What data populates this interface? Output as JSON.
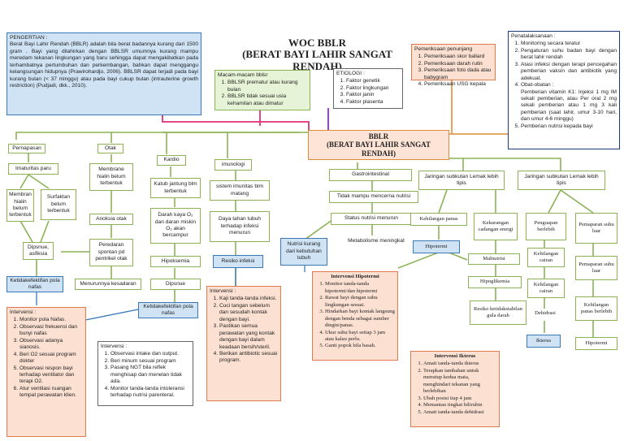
{
  "title": {
    "line1": "WOC BBLR",
    "line2": "(BERAT BAYI LAHIR SANGAT RENDAH)"
  },
  "center": {
    "line1": "BBLR",
    "line2": "(BERAT BAYI LAHIR SANGAT",
    "line3": "RENDAH)"
  },
  "pengertian": {
    "heading": "PENGERTIAN :",
    "body": "Berat Bayi Lahir Rendah (BBLR) adalah bila berat badannya kurang dari 1500 gram . Bayi yang dilahirkan dengan BBLSR umumnya kurang mampu meredam tekanan lingkungan yang baru sehingga dapat mengakibatkan pada terhambatnya pertumbuhan dan perkembangan, bahkan dapat menggangu kelangsungan hidupnya (Prawirohardjo, 2006). BBLSR dapat terjadi pada bayi kurang bulan (< 37 minggu) atau pada bayi cukup bulan (intrauterine growth restriction) (Pudjadi, dkk., 2010)."
  },
  "macam": {
    "heading": "Macam-macam bblsr",
    "items": [
      "BBLSR prematur atau kurang bulan",
      "BBLSR tidak sesuai usia kehamilan atau dimatur"
    ]
  },
  "etiologi": {
    "heading": "ETIOLOGI :",
    "items": [
      "Faktor genetik",
      "Faktor lingkungan",
      "Faktor janin",
      "Faktor plasenta"
    ]
  },
  "penunjang": {
    "heading": "Pemeriksaan penunjang",
    "items": [
      "Pemeriksaan skor ballard",
      "Pemeriksaan darah rutin",
      "Pemeriksaan foto dada atau babygram",
      "Pemeriksaan USG kepala"
    ]
  },
  "penatalaksanaan": {
    "heading": "Penatalaksanaan :",
    "items": [
      "Monitoring secara teratur",
      "Pengaturan suhu badan bayi dengan berat lahir rendah",
      "Atasi infeksi dengan terapi pencegahan pemberian vaksin dan antibiotik yang adekuat.",
      "Obat-obatan :",
      "Pemberian nutrisi kepada bayi"
    ],
    "obat_detail": "Pemberian vitamin K1: Injeksi 1 mg IM sekali pemberian, atau Per oral 2 mg sekali pemberian atau 1 mg 3 kali pemberian (saat lahir, umur 3-10 hari, dan umur 4-6 minggu)"
  },
  "nodes": {
    "pernapasan": "Pernapasan",
    "imaturitas_paru": "Imaturitas paru",
    "membran_hialin": "Membran hialin belum terbentuk",
    "surfaktan": "Surfaktan belum terbentuk",
    "dipsnue_asfiksia": "Dipsnue, asfiksia",
    "otak": "Otak",
    "membrane_hialin_otak": "Membrane hialin belum terbentuk",
    "anoksia_otak": "Anoksia otak",
    "peredaran": "Peredaran spontan pd pentrikel otak",
    "menurunnya_kesadaran": "Menurunnya kesadaran",
    "kardio": "Kardio",
    "katub": "Katub jantung blm terbentuk",
    "darah_kaya": "Darah kaya O₂ dan daran miskin O₂ akan bercampur",
    "hipoksemia": "Hipoksemia",
    "dipsnue": "Dipsnue",
    "imunologi": "imunologi",
    "sistem_imunitas": "sistem imunitas blm matang",
    "daya_tahan": "Daya tahan tubuh terhadap infeksi menurun",
    "gastrointestinal": "Gastrointestinal",
    "tidak_mampu": "Tidak mampu mencerna nutrisi",
    "status_nutrisi": "Status nutrisi menurun",
    "metabolisme": "Metabolisme meningkat",
    "jaringan1": "Jaringan subkutan Lemak lebih tipis",
    "jaringan2": "Jaringan subkutan Lemak lebih tipis",
    "kehilangan_panas": "Kehilangan panas",
    "kekurangan_cadangan": "Kekurangan cadangan energi",
    "penguapan": "Penguapan berlebih",
    "pemaparan1": "Pemaparan suhu luar",
    "pemaparan2": "Pemaparan suhu luar",
    "malnutrisi": "Malnutrisi",
    "kehilangan_cairan1": "Kehilangan cairan",
    "hipoglikemia": "Hipoglikemia",
    "kehilangan_cairan2": "Kehilangan cairan",
    "kehilangan_panas_berlebih": "Kehilangan panas berlebih",
    "resiko_ketidakstabilan": "Resiko ketidakstabilan gula darah",
    "dehidrasi": "Dehidrasi",
    "hipotermi": "Hipotermi"
  },
  "diagnoses": {
    "ketidakefektifan_nafas": "Ketidakefektifan pola nafas",
    "resiko_infeksi": "Resiko infeksi",
    "ketidakefektifan_nafas2": "Ketidakefektifan pola nafas",
    "nutrisi_kurang": "Nutrisi kurang dari kebutuhan tubuh",
    "hipotermi": "Hipotermi",
    "ikterus": "Ikterus"
  },
  "intervensi_nafas": {
    "heading": "Intervensi :",
    "items": [
      "Monitor pola Nafas.",
      "Observasi frekuensi dan bunyi nafas",
      "Observasi adanya sianosis.",
      "Beri O2 sesuai program dokter",
      "Observasi respon bayi terhadap ventilator dan terapi O2.",
      "Atur ventilasi ruangan tempat perawatan klien."
    ]
  },
  "intervensi_nutrisi": {
    "heading": "Intervensi :",
    "items": [
      "Observasi intake dan output.",
      "Beri minum sesuai program",
      "Pasang NGT bila reflek menghisap dan menelan tidak ada.",
      "Monitor tanda-tanda intoleransi terhadap nutrisi parenteral."
    ]
  },
  "intervensi_infeksi": {
    "heading": "Intervensi :",
    "items": [
      "Kaji tanda-tanda infeksi.",
      "Cuci tangan sebelum dan sesudah kontak dengan bayi.",
      "Pastikan semua perawatan yang kontak dengan bayi dalam keadaan bersih/steril.",
      "Berikan antibiotic sesuai program."
    ]
  },
  "intervensi_hipotermi": {
    "heading": "Intervensi Hipotermi",
    "items": [
      "Monitor tanda-tanda hipotermi/dan hipotermi",
      "Rawat bayi dengan suhu lingkungan sesuai.",
      "Hindarkan bayi kontak langsung dengan benda sebagai sumber dingin/panas.",
      "Ukur suhu bayi setiap 3 jam atau kalau perlu.",
      "Ganti popok bila basah."
    ]
  },
  "intervensi_ikterus": {
    "heading": "Intervensi Ikterus",
    "items": [
      "Amati tanda-tanda ikterus",
      "Terapkan tambahan untuk menutup kedua mata, menghindari tekanan yang berlebihan",
      "Ubah posisi tiap 4 jam",
      "Memantau tingkat bilirubin",
      "Amati tanda-tanda dehidrasi"
    ]
  },
  "colors": {
    "green": "#8bb356",
    "blue": "#3a78b8",
    "orange": "#e08a3a",
    "pink": "#e0307a",
    "purple": "#8a2be2",
    "navy": "#1d3b7a"
  }
}
